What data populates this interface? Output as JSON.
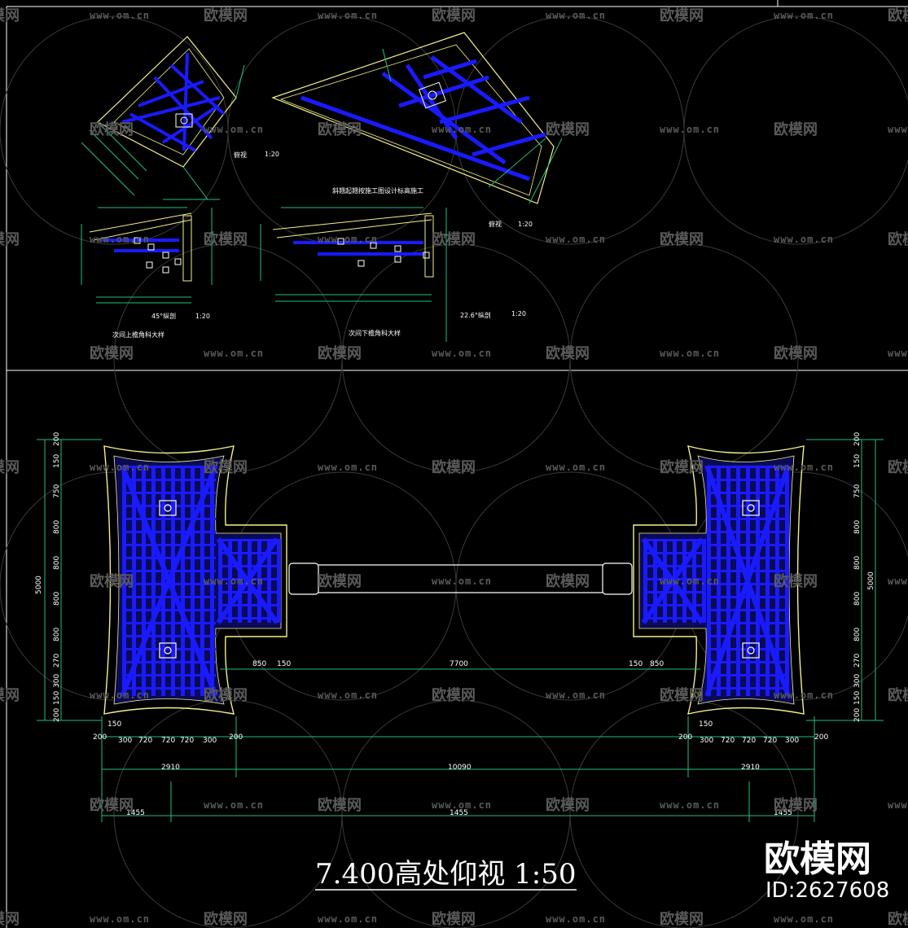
{
  "colors": {
    "background": "#000000",
    "outline": "#f5f08a",
    "framing": "#1a1aff",
    "dimension": "#1fbf7a",
    "frame": "#ffffff"
  },
  "details": {
    "top_view_label": "俯视",
    "top_view_scale": "1:20",
    "right_view_label": "俯视",
    "right_view_scale": "1:20",
    "section_45_label": "45°纵剖",
    "section_45_scale": "1:20",
    "section_22_label": "22.6°纵剖",
    "section_22_scale": "1:20",
    "left_caption": "次间上檐角科大样",
    "right_caption": "次间下檐角科大样",
    "note": "斜翘起翘按施工图设计标高施工"
  },
  "plan": {
    "left_vertical_dims": [
      "200",
      "150",
      "750",
      "800",
      "800",
      "800",
      "800",
      "270",
      "300",
      "150",
      "200"
    ],
    "right_vertical_dims": [
      "200",
      "150",
      "750",
      "800",
      "800",
      "800",
      "800",
      "270",
      "300",
      "150",
      "200"
    ],
    "left_total_vertical": "5000",
    "right_total_vertical": "5000",
    "left_bottom_dims": [
      "200",
      "300",
      "720",
      "720",
      "720",
      "300",
      "200"
    ],
    "right_bottom_dims": [
      "200",
      "300",
      "720",
      "720",
      "720",
      "300",
      "200"
    ],
    "left_150": "150",
    "right_150": "150",
    "mid_dims": [
      "850",
      "150",
      "7700",
      "150",
      "850"
    ],
    "left_width": "2910",
    "right_width": "2910",
    "overall_width": "10090",
    "left_half": "1455",
    "right_half": "1455",
    "center_dim": "1455"
  },
  "title": "7.400高处仰视 1:50",
  "watermark": {
    "brand": "欧模网",
    "url": "www.om.cn",
    "logo_text": "欧模网",
    "id_text": "ID:2627608"
  }
}
